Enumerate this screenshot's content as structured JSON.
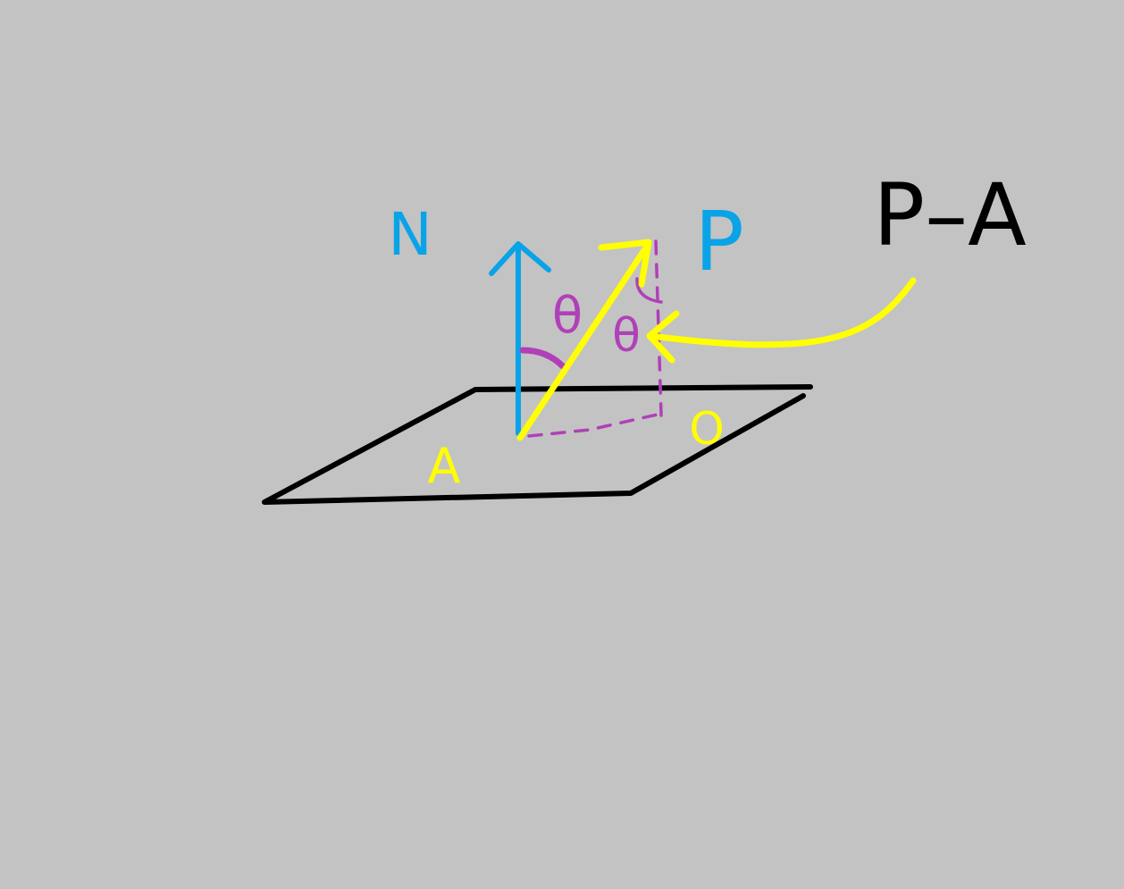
{
  "labels": {
    "normal": "N",
    "point_p": "P",
    "difference": "P–A",
    "point_a": "A",
    "point_o": "O",
    "angle_1": "θ",
    "angle_2": "θ"
  },
  "colors": {
    "background": "#c3c3c3",
    "plane": "#000000",
    "normal": "#0aa3e8",
    "vector": "#ffff00",
    "angle": "#b040b8",
    "text_dark": "#000000"
  }
}
